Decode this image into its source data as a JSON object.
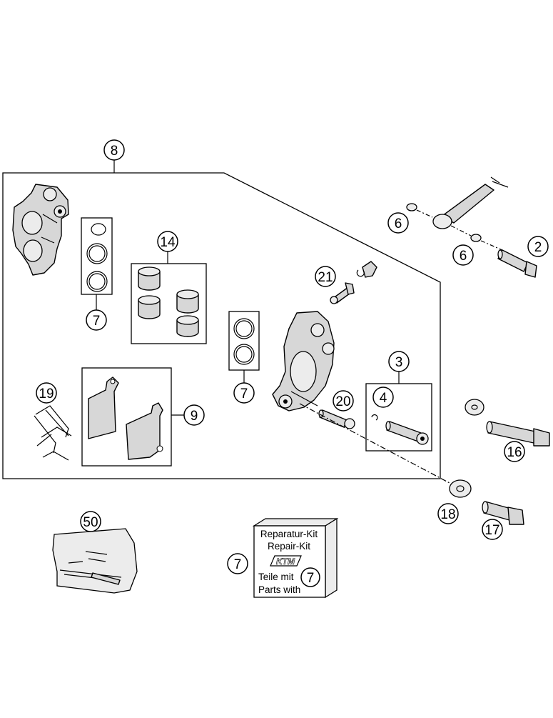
{
  "callouts": {
    "c8": "8",
    "c14": "14",
    "c7a": "7",
    "c7b": "7",
    "c7c": "7",
    "c7d": "7",
    "c19": "19",
    "c9": "9",
    "c21": "21",
    "c3": "3",
    "c4": "4",
    "c20": "20",
    "c6a": "6",
    "c6b": "6",
    "c2": "2",
    "c16": "16",
    "c18": "18",
    "c17": "17",
    "c50": "50"
  },
  "repair_kit": {
    "line1": "Reparatur-Kit",
    "line2": "Repair-Kit",
    "logo": "KTM",
    "line3": "Teile mit",
    "line4": "Parts with"
  }
}
